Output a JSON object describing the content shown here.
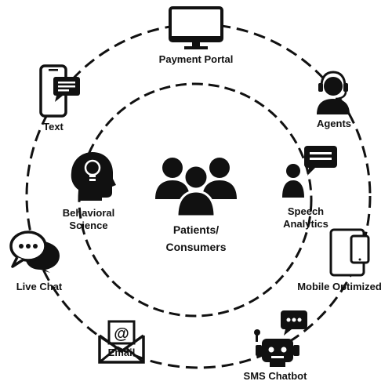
{
  "diagram": {
    "center": {
      "label_line1": "Patients/",
      "label_line2": "Consumers",
      "icon": "people-group-icon"
    },
    "inner_ring": [
      {
        "label_line1": "Behavioral",
        "label_line2": "Science",
        "icon": "head-lightbulb-icon"
      },
      {
        "label_line1": "Speech",
        "label_line2": "Analytics",
        "icon": "person-speech-bubble-icon"
      }
    ],
    "outer_ring": [
      {
        "label": "Payment Portal",
        "icon": "monitor-icon"
      },
      {
        "label": "Agents",
        "icon": "headset-agent-icon"
      },
      {
        "label": "Mobile Optimized",
        "icon": "tablet-phone-icon"
      },
      {
        "label": "SMS Chatbot",
        "icon": "robot-chat-icon"
      },
      {
        "label": "Email",
        "icon": "envelope-at-icon"
      },
      {
        "label": "Live Chat",
        "icon": "chat-bubbles-icon"
      },
      {
        "label": "Text",
        "icon": "smartphone-message-icon"
      }
    ],
    "colors": {
      "ink": "#111111",
      "background": "#ffffff"
    }
  }
}
